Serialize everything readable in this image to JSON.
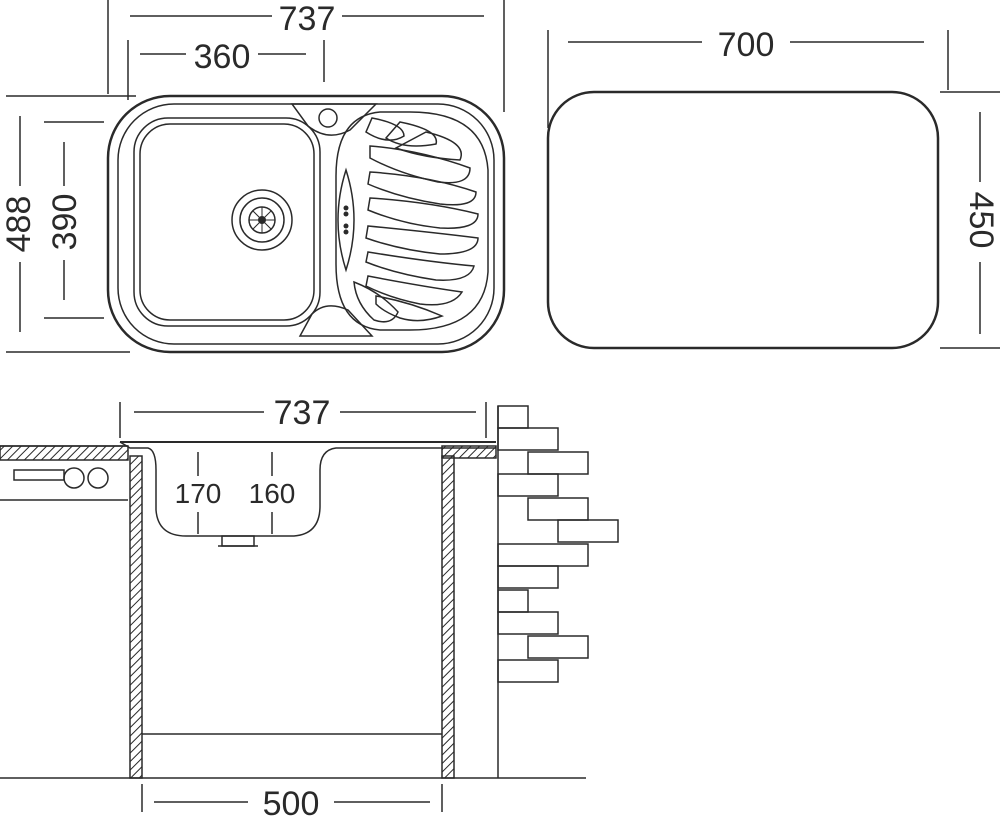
{
  "top_view": {
    "overall_width": "737",
    "bowl_width": "360",
    "overall_depth": "488",
    "bowl_depth": "390"
  },
  "cutout": {
    "width": "700",
    "depth": "450"
  },
  "section_view": {
    "overall_width": "737",
    "bowl_depth": "170",
    "drainer_depth": "160",
    "cabinet_width": "500"
  }
}
